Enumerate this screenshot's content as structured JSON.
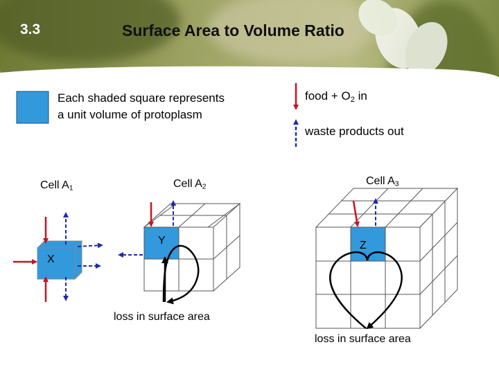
{
  "header": {
    "section_number": "3.3",
    "title": "Surface Area to Volume Ratio"
  },
  "legend": {
    "square_line1": "Each shaded square represents",
    "square_line2": "a unit volume of protoplasm",
    "food_prefix": "food + O",
    "food_subscript": "2",
    "food_suffix": " in",
    "waste": "waste products out"
  },
  "cells": {
    "a1": {
      "label_prefix": "Cell A",
      "label_subscript": "1",
      "marker": "X"
    },
    "a2": {
      "label_prefix": "Cell A",
      "label_subscript": "2",
      "marker": "Y",
      "caption": "loss in surface area"
    },
    "a3": {
      "label_prefix": "Cell A",
      "label_subscript": "3",
      "marker": "Z",
      "caption": "loss in surface area"
    }
  },
  "colors": {
    "shaded_cube": "#3399cc",
    "in_arrow": "#c8141e",
    "out_arrow": "#1f2aa8",
    "header_band": "#7e8a3a"
  }
}
